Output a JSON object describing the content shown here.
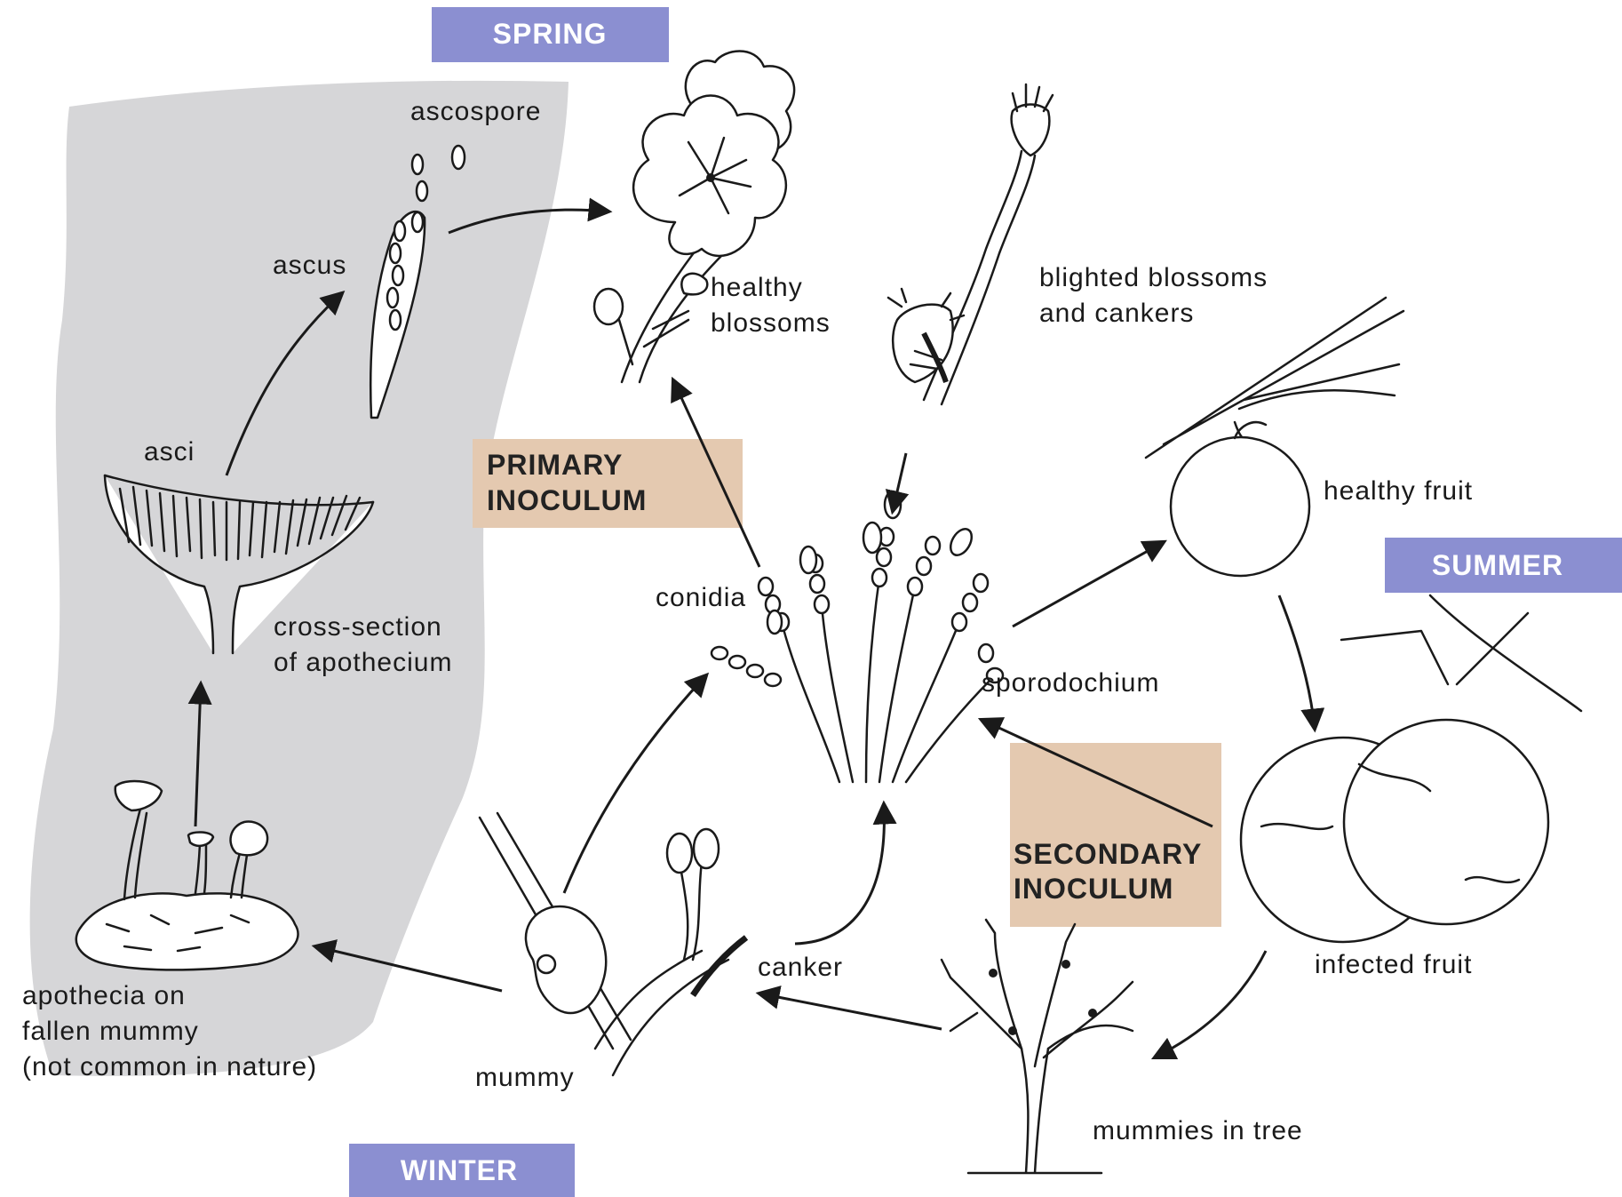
{
  "colors": {
    "season_box": "#8b8fd1",
    "inoculum_box": "#e4c9b0",
    "winter_region": "#d6d6d8",
    "ink": "#1a1a1a"
  },
  "seasons": {
    "spring": "SPRING",
    "summer": "SUMMER",
    "winter": "WINTER"
  },
  "inoculum": {
    "primary_line1": "PRIMARY",
    "primary_line2": "INOCULUM",
    "secondary_line1": "SECONDARY",
    "secondary_line2": "INOCULUM"
  },
  "labels": {
    "ascospore": "ascospore",
    "ascus": "ascus",
    "asci": "asci",
    "cross_section_1": "cross-section",
    "cross_section_2": "of apothecium",
    "apothecia_1": "apothecia on",
    "apothecia_2": "fallen mummy",
    "apothecia_3": "(not common in nature)",
    "healthy_blossoms_1": "healthy",
    "healthy_blossoms_2": "blossoms",
    "blighted_1": "blighted blossoms",
    "blighted_2": "and cankers",
    "healthy_fruit": "healthy fruit",
    "conidia": "conidia",
    "sporodochium": "sporodochium",
    "infected_fruit": "infected fruit",
    "canker": "canker",
    "mummy": "mummy",
    "mummies_in_tree": "mummies in tree"
  },
  "icons": [
    "flower-icon",
    "blighted-blossom-icon",
    "fruit-icon",
    "infected-fruit-icon",
    "tree-icon",
    "mummy-branch-icon",
    "apothecium-icon",
    "ascus-icon",
    "sporodochium-icon"
  ]
}
